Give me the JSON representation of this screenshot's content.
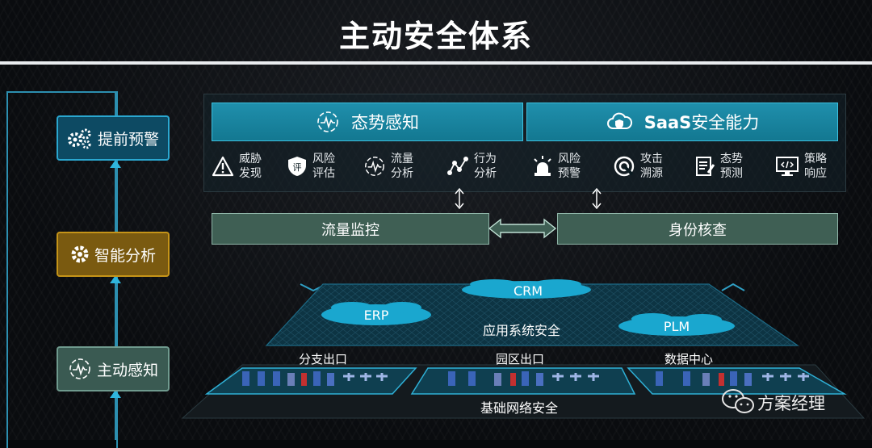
{
  "title": "主动安全体系",
  "left_flow": {
    "steps": [
      {
        "label": "提前预警",
        "icon": "gears-icon"
      },
      {
        "label": "智能分析",
        "icon": "gear-icon"
      },
      {
        "label": "主动感知",
        "icon": "pulse-icon"
      }
    ]
  },
  "top": {
    "header_left": "态势感知",
    "header_right_bold": "SaaS",
    "header_right_rest": "安全能力",
    "features": [
      {
        "l1": "威胁",
        "l2": "发现",
        "icon": "warning-icon"
      },
      {
        "l1": "风险",
        "l2": "评估",
        "icon": "shield-icon",
        "glyph": "评"
      },
      {
        "l1": "流量",
        "l2": "分析",
        "icon": "pulse-circle-icon"
      },
      {
        "l1": "行为",
        "l2": "分析",
        "icon": "nodes-icon"
      },
      {
        "l1": "风险",
        "l2": "预警",
        "icon": "alarm-light-icon"
      },
      {
        "l1": "攻击",
        "l2": "溯源",
        "icon": "target-icon"
      },
      {
        "l1": "态势",
        "l2": "预测",
        "icon": "clipboard-icon"
      },
      {
        "l1": "策略",
        "l2": "响应",
        "icon": "monitor-code-icon"
      }
    ]
  },
  "middle": {
    "left": "流量监控",
    "right": "身份核查"
  },
  "app_layer": {
    "label": "应用系统安全",
    "clouds": [
      "CRM",
      "ERP",
      "PLM"
    ]
  },
  "network_layer": {
    "label": "基础网络安全",
    "zones": [
      "分支出口",
      "园区出口",
      "数据中心"
    ]
  },
  "watermark": "方案经理",
  "colors": {
    "accent_blue": "#1f8fac",
    "accent_gold": "#c59418",
    "accent_green": "#3f5f54",
    "line": "#2c8fb0"
  }
}
